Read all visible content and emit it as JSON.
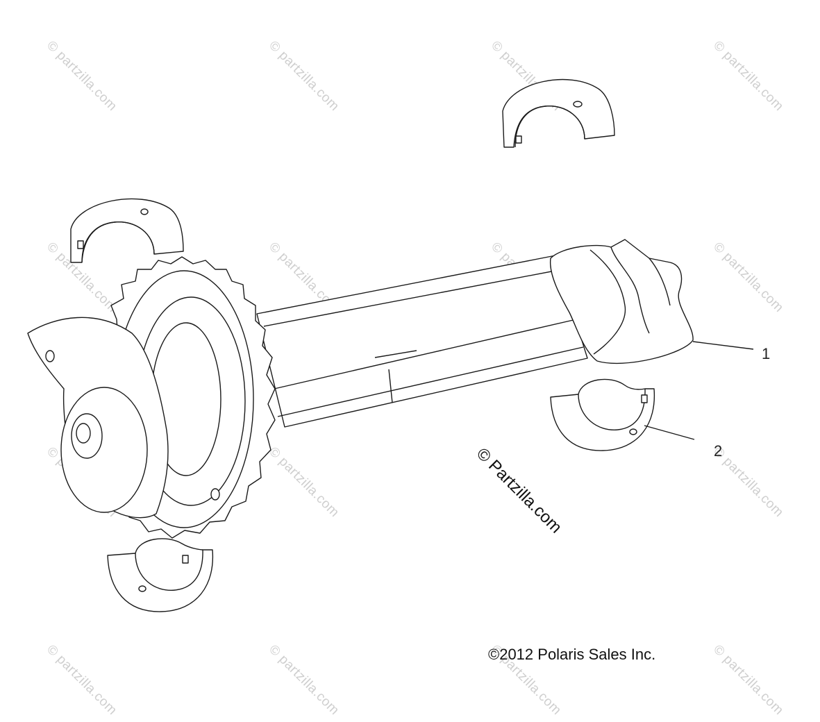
{
  "watermark": {
    "text": "© partzilla.com"
  },
  "center_watermark": "© Partzilla.com",
  "copyright": "©2012 Polaris Sales Inc.",
  "callouts": [
    {
      "number": "1"
    },
    {
      "number": "2"
    }
  ]
}
